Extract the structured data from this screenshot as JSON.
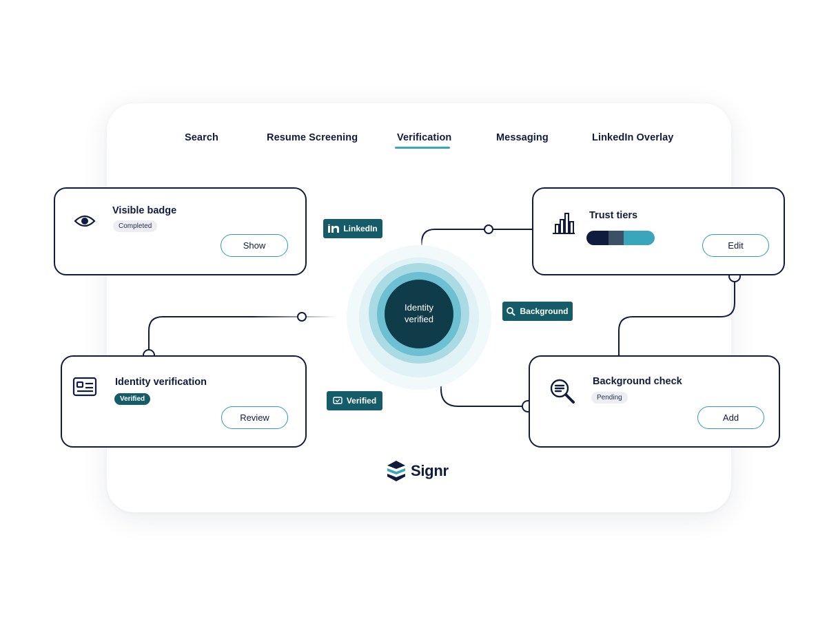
{
  "tabs": [
    {
      "label": "Search"
    },
    {
      "label": "Resume Screening"
    },
    {
      "label": "Verification",
      "active": true
    },
    {
      "label": "Messaging"
    },
    {
      "label": "LinkedIn Overlay"
    }
  ],
  "center": {
    "line1": "Identity",
    "line2": "verified"
  },
  "cards": {
    "visible_badge": {
      "title": "Visible badge",
      "status": "Completed",
      "button": "Show",
      "icon": "eye-icon"
    },
    "trust_tiers": {
      "title": "Trust tiers",
      "button": "Edit",
      "icon": "bar-chart-icon",
      "tier_colors": [
        "#101c3d",
        "#3c5166",
        "#3aa6bc"
      ]
    },
    "identity_verification": {
      "title": "Identity verification",
      "status": "Verified",
      "button": "Review",
      "icon": "id-card-icon"
    },
    "background_check": {
      "title": "Background check",
      "status": "Pending",
      "button": "Add",
      "icon": "document-search-icon"
    }
  },
  "tags": {
    "linkedin": {
      "label": "LinkedIn",
      "icon": "linkedin-icon"
    },
    "background": {
      "label": "Background",
      "icon": "search-icon"
    },
    "verified": {
      "label": "Verified",
      "icon": "badge-icon"
    }
  },
  "brand": {
    "name": "Signr",
    "icon": "signr-logo-icon"
  },
  "colors": {
    "navy": "#101c3d",
    "teal": "#155c68",
    "accent": "#3aa6bc",
    "outline": "#2e9bb0"
  }
}
